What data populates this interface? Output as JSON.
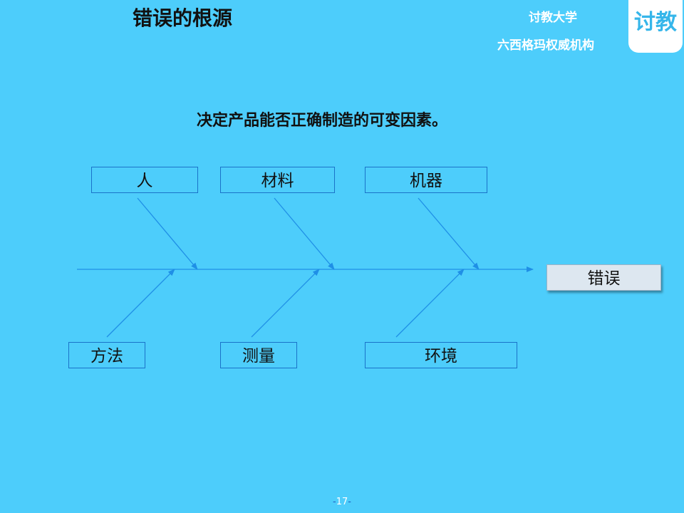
{
  "header": {
    "title": "错误的根源",
    "brand_line1": "讨教大学",
    "brand_line2": "六西格玛权威机构",
    "logo_text": "讨教"
  },
  "subtitle": "决定产品能否正确制造的可变因素。",
  "diagram": {
    "top_causes": [
      "人",
      "材料",
      "机器"
    ],
    "bottom_causes": [
      "方法",
      "测量",
      "环境"
    ],
    "effect": "错误"
  },
  "footer": {
    "page_number": "17"
  },
  "colors": {
    "background": "#4dcdfb",
    "line": "#1a73c9",
    "arrow": "#1f8fe6",
    "effect_box": "#dde7f0",
    "logo_text": "#36b6ea"
  }
}
